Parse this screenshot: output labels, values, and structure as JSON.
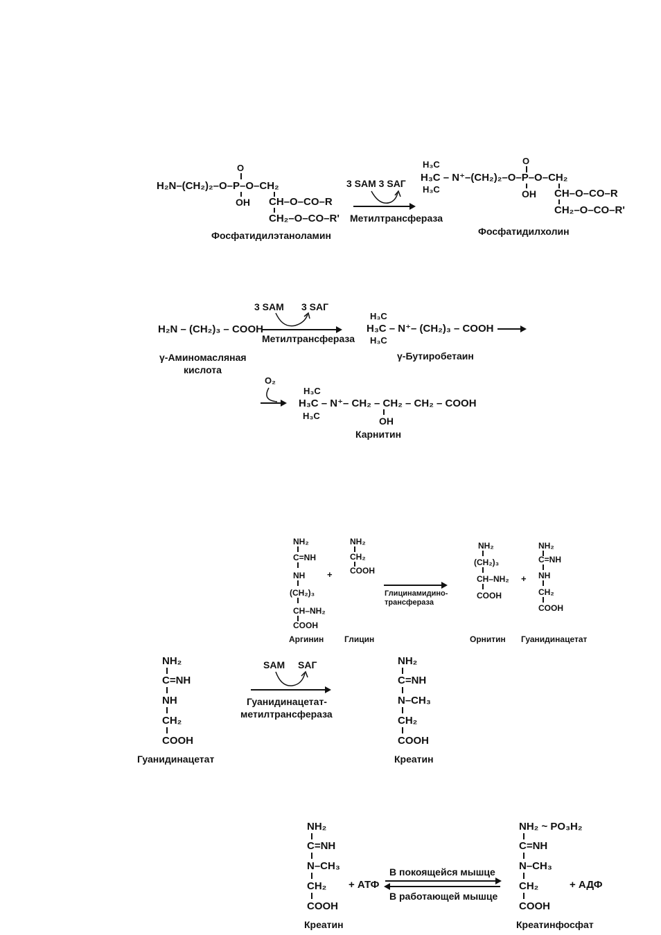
{
  "r1": {
    "left_formula": "H₂N–(CH₂)₂–O–P–O–CH₂",
    "left_o": "O",
    "left_oh": "OH",
    "left_ch": "CH–O–CO–R",
    "left_ch2": "CH₂–O–CO–R'",
    "left_name": "Фосфатидилэтаноламин",
    "reagents": "3 SAM  3 SAГ",
    "enzyme": "Метилтрансфераза",
    "right_h3c_1": "H₃C",
    "right_main": "H₃C – N⁺–(CH₂)₂–O–P–O–CH₂",
    "right_h3c_3": "H₃C",
    "right_o": "O",
    "right_oh": "OH",
    "right_ch": "CH–O–CO–R",
    "right_ch2": "CH₂–O–CO–R'",
    "right_name": "Фосфатидилхолин"
  },
  "r2": {
    "sam": "3 SAM",
    "sag": "3 SAГ",
    "left_formula": "H₂N – (CH₂)₃ – COOH",
    "enzyme": "Метилтрансфераза",
    "left_name_1": "γ-Аминомасляная",
    "left_name_2": "кислота",
    "mid_h3c_1": "H₃C",
    "mid_main": "H₃C – N⁺– (CH₂)₃ – COOH",
    "mid_h3c_3": "H₃C",
    "mid_name": "γ-Бутиробетаин",
    "o2": "O₂",
    "carn_h3c_1": "H₃C",
    "carn_main": "H₃C – N⁺– CH₂ – CH₂ – CH₂ – COOH",
    "carn_h3c_3": "H₃C",
    "carn_oh": "OH",
    "carn_name": "Карнитин"
  },
  "r3": {
    "arg": [
      "NH₂",
      "C=NH",
      "NH",
      "(CH₂)₃",
      "CH–NH₂",
      "COOH"
    ],
    "plus": "+",
    "gly": [
      "NH₂",
      "CH₂",
      "COOH"
    ],
    "enzyme_1": "Глицинамидино-",
    "enzyme_2": "трансфераза",
    "orn": [
      "NH₂",
      "(CH₂)₃",
      "CH–NH₂",
      "COOH"
    ],
    "gua": [
      "NH₂",
      "C=NH",
      "NH",
      "CH₂",
      "COOH"
    ],
    "arg_name": "Аргинин",
    "gly_name": "Глицин",
    "orn_name": "Орнитин",
    "gua_name": "Гуанидинацетат"
  },
  "r4": {
    "left": [
      "NH₂",
      "C=NH",
      "NH",
      "CH₂",
      "COOH"
    ],
    "left_name": "Гуанидинацетат",
    "sam": "SAM",
    "sag": "SAГ",
    "enzyme_1": "Гуанидинацетат-",
    "enzyme_2": "метилтрансфераза",
    "right": [
      "NH₂",
      "C=NH",
      "N–CH₃",
      "CH₂",
      "COOH"
    ],
    "right_name": "Креатин"
  },
  "r5": {
    "left": [
      "NH₂",
      "C=NH",
      "N–CH₃",
      "CH₂",
      "COOH"
    ],
    "left_name": "Креатин",
    "atp": "+ АТФ",
    "forward": "В покоящейся мышце",
    "reverse": "В работающей мышце",
    "right": [
      "NH₂ ~ PO₃H₂",
      "C=NH",
      "N–CH₃",
      "CH₂",
      "COOH"
    ],
    "right_name": "Креатинфосфат",
    "adp": "+ АДФ"
  }
}
